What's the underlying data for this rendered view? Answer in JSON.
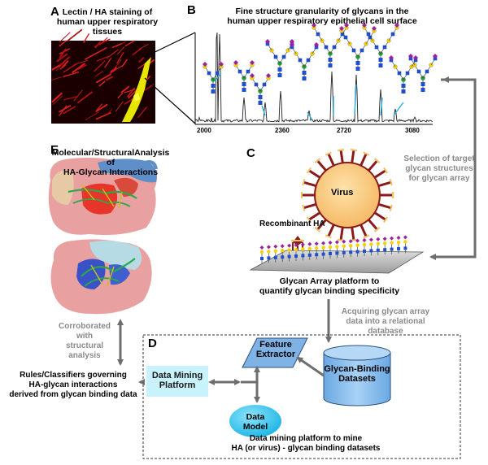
{
  "panelA": {
    "letter": "A",
    "title_line1": "Lectin / HA staining of",
    "title_line2": "human upper respiratory",
    "title_line3": "tissues"
  },
  "panelB": {
    "letter": "B",
    "title_line1": "Fine structure granularity of glycans in the",
    "title_line2": "human upper respiratory epithelial cell surface",
    "ticks": [
      "2000",
      "2360",
      "2720",
      "3080"
    ]
  },
  "panelC": {
    "letter": "C",
    "virus_label": "Virus",
    "recombinant_label": "Recombinant HA",
    "caption_line1": "Glycan Array platform to",
    "caption_line2": "quantify glycan binding specificity"
  },
  "panelD": {
    "letter": "D",
    "feature_line1": "Feature",
    "feature_line2": "Extractor",
    "data_mining_line1": "Data Mining",
    "data_mining_line2": "Platform",
    "data_model_line1": "Data",
    "data_model_line2": "Model",
    "glycan_binding_line1": "Glycan-Binding",
    "glycan_binding_line2": "Datasets",
    "caption_line1": "Data mining platform to mine",
    "caption_line2": "HA (or virus) - glycan binding datasets"
  },
  "panelE": {
    "letter": "E",
    "title_line1": "Molecular/StructuralAnalysis of",
    "title_line2": "HA-Glycan Interactions"
  },
  "notes": {
    "selection_line1": "Selection of target",
    "selection_line2": "glycan structures",
    "selection_line3": "for glycan array",
    "acquiring_line1": "Acquiring glycan array",
    "acquiring_line2": "data into a relational",
    "acquiring_line3": "database",
    "corroborated_line1": "Corroborated with",
    "corroborated_line2": "structural analysis",
    "rules_line1": "Rules/Classifiers governing",
    "rules_line2": "HA-glycan interactions",
    "rules_line3": "derived from glycan binding data"
  },
  "colors": {
    "arrow_grey": "#6e6e6e",
    "box_blue": "#7fb2e5",
    "cylinder_blue": "#8cc0ee",
    "data_model_cyan": "#3fc8f0",
    "data_mining_fill": "#c8f2fc",
    "virus_core": "#fbd38a",
    "virus_spike": "#8b1a1a",
    "glycan_blue": "#1f4fd1",
    "glycan_yellow": "#f2d200",
    "glycan_purple": "#a020a0",
    "tissue_red": "#b01010",
    "tissue_yellow": "#e8e800"
  }
}
